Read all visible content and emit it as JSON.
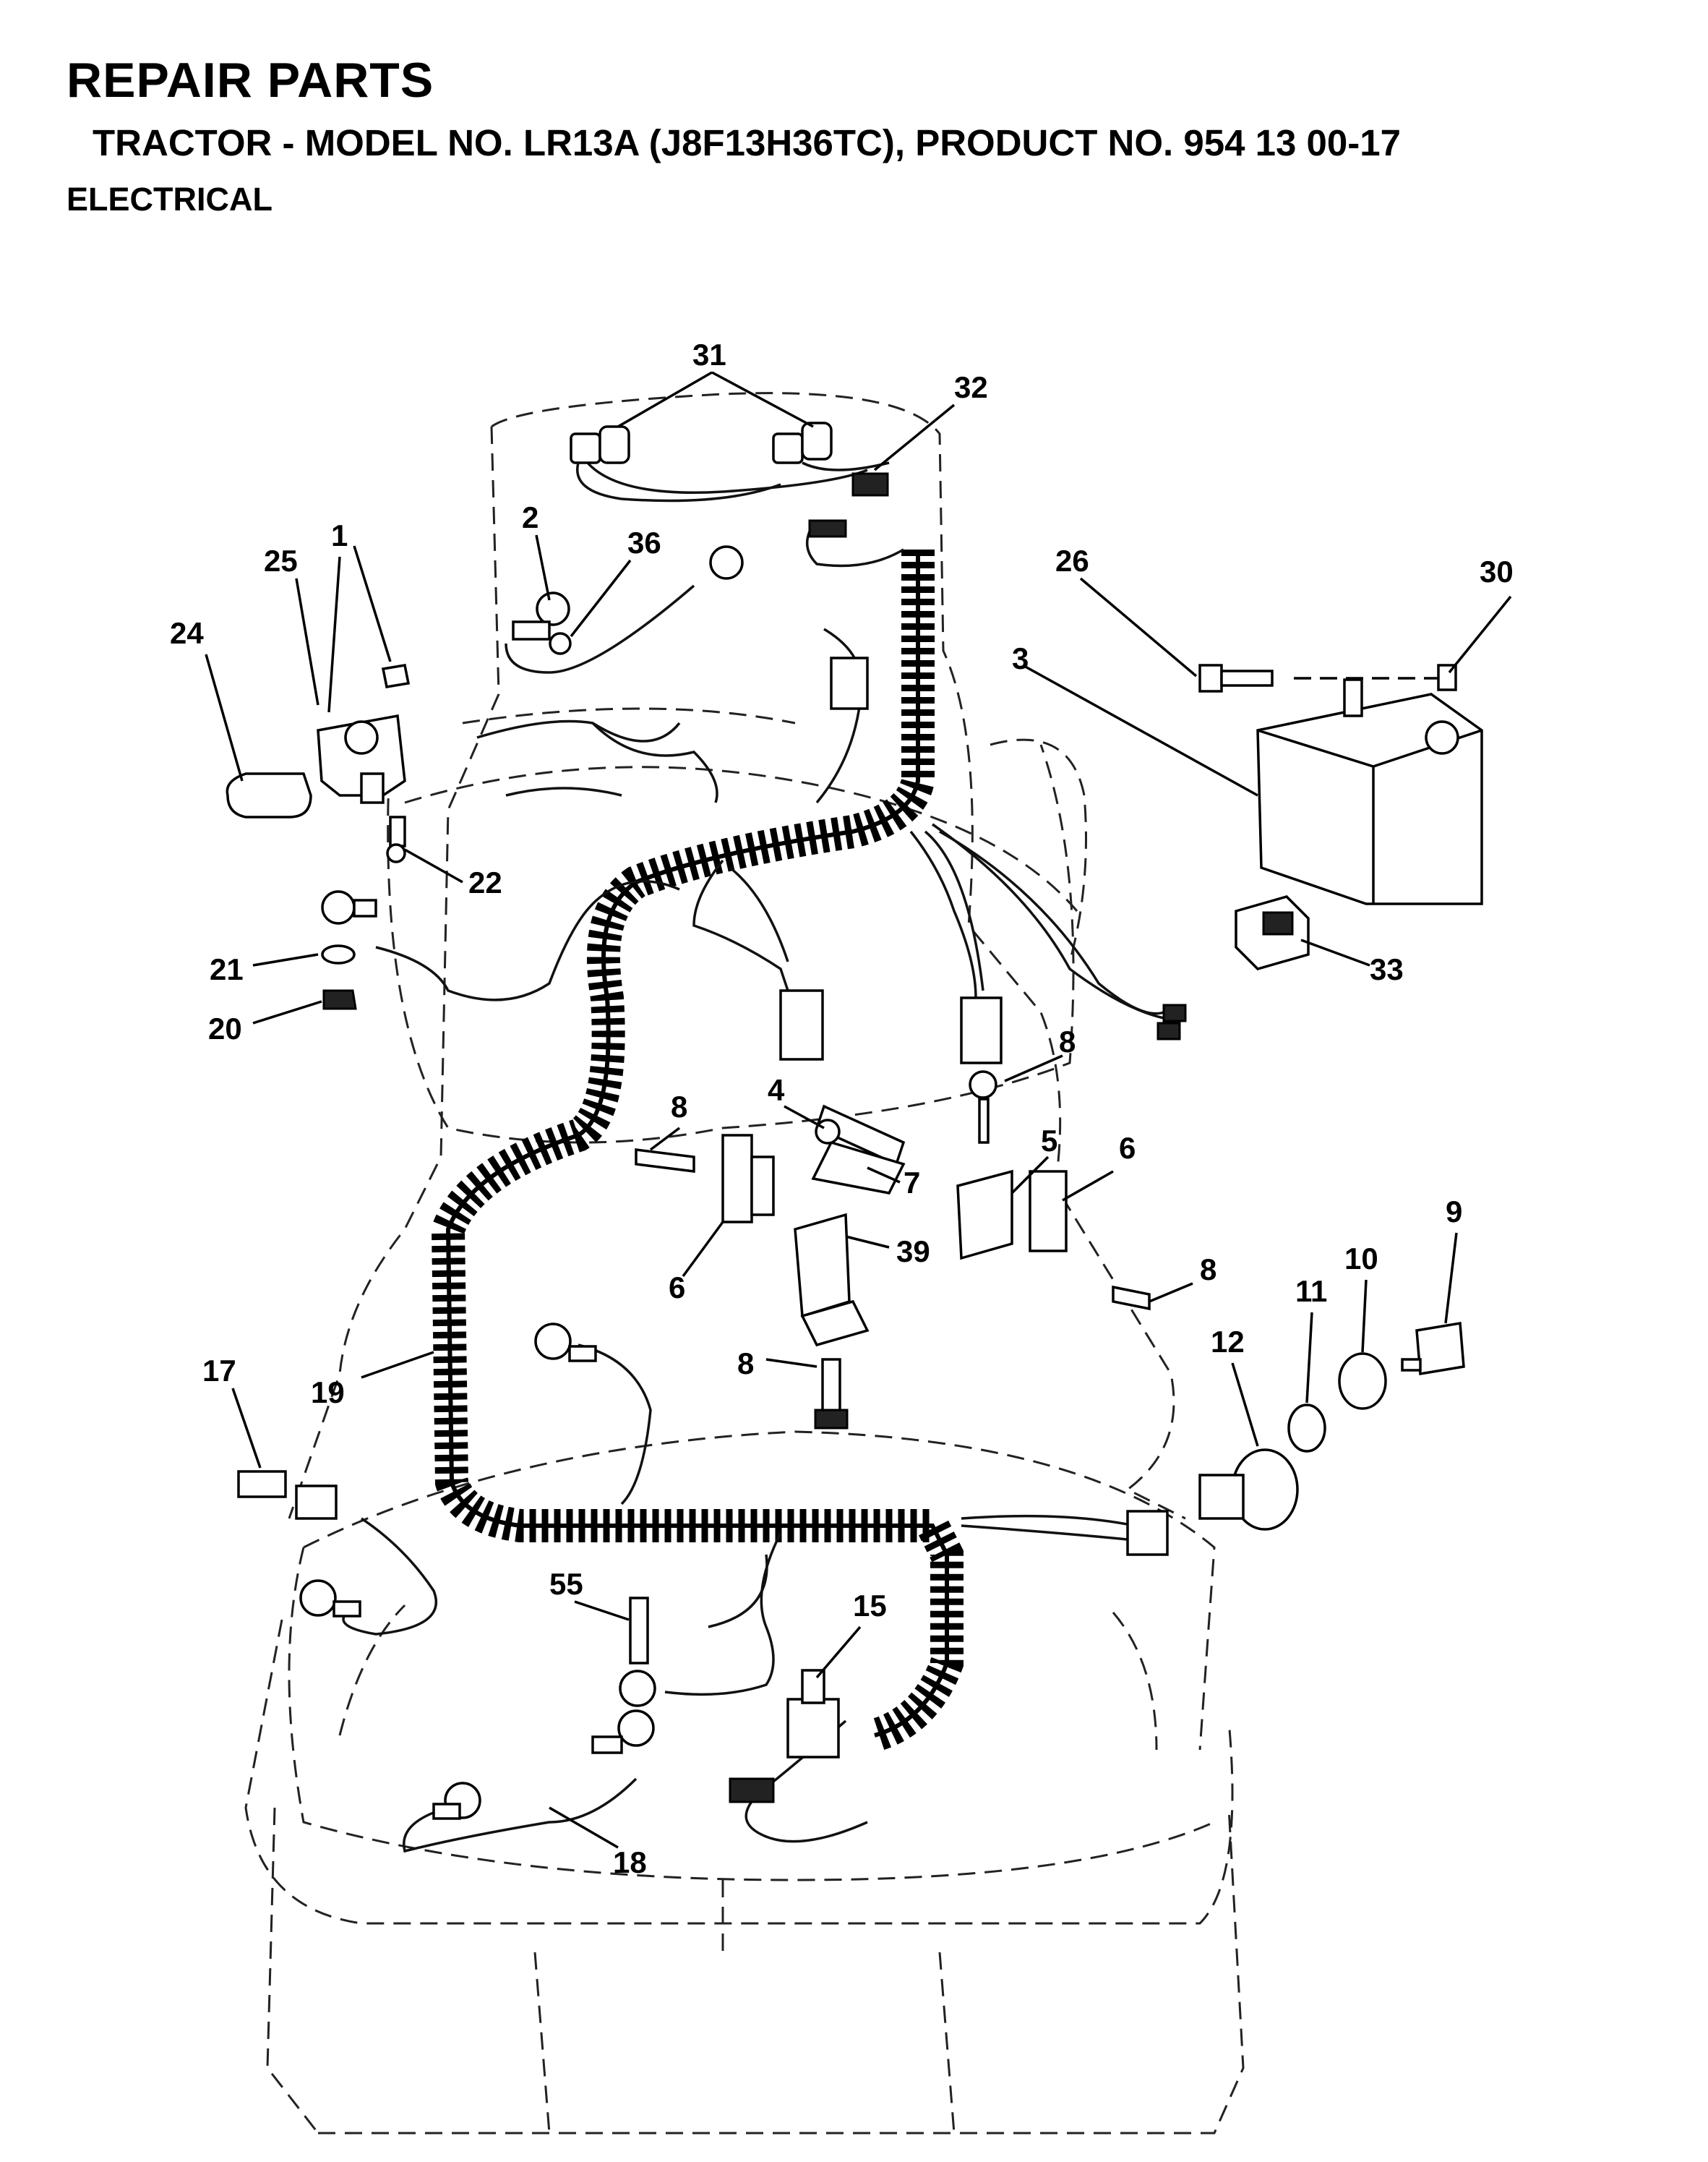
{
  "header": {
    "title": "REPAIR PARTS",
    "model_line": "TRACTOR - MODEL NO. LR13A (J8F13H36TC),   PRODUCT NO. 954 13 00-17",
    "section": "ELECTRICAL"
  },
  "callouts": {
    "c1": "1",
    "c2": "2",
    "c3": "3",
    "c4": "4",
    "c5": "5",
    "c6a": "6",
    "c6b": "6",
    "c7": "7",
    "c8a": "8",
    "c8b": "8",
    "c8c": "8",
    "c8d": "8",
    "c9": "9",
    "c10": "10",
    "c11": "11",
    "c12": "12",
    "c15": "15",
    "c17": "17",
    "c18": "18",
    "c19": "19",
    "c20": "20",
    "c21": "21",
    "c22": "22",
    "c24": "24",
    "c25": "25",
    "c26": "26",
    "c30": "30",
    "c31": "31",
    "c32": "32",
    "c33": "33",
    "c36": "36",
    "c39": "39",
    "c55": "55"
  }
}
